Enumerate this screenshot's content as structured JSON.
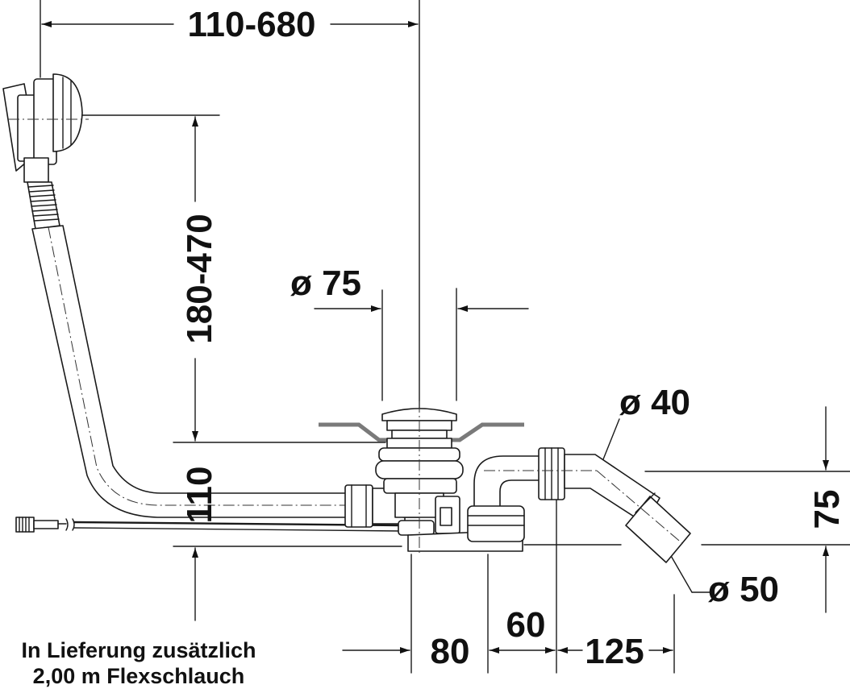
{
  "dimensions": {
    "overflow_distance": "110-680",
    "overflow_height": "180-470",
    "height_110": "110",
    "waste_diameter": "ø 75",
    "pipe_diameter_40": "ø 40",
    "pipe_diameter_50": "ø 50",
    "height_75": "75",
    "dim_80": "80",
    "dim_60": "60",
    "dim_125": "125"
  },
  "note": {
    "line1": "In Lieferung zusätzlich",
    "line2": "2,00 m Flexschlauch"
  }
}
